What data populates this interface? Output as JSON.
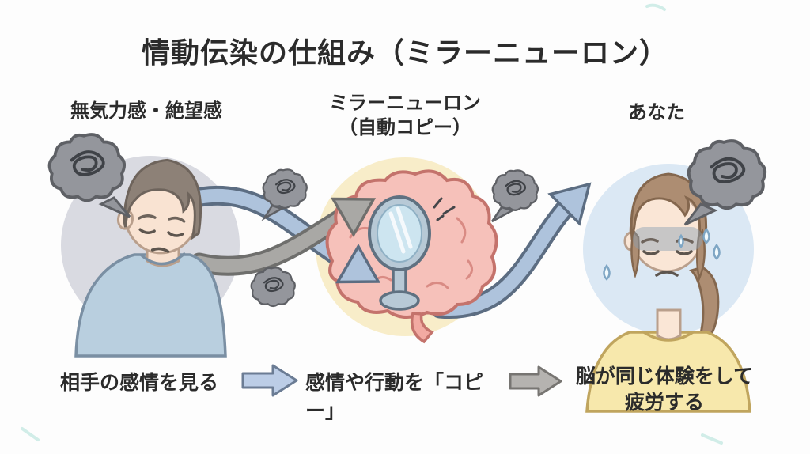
{
  "title": "情動伝染の仕組み（ミラーニューロン）",
  "headers": {
    "left": "無気力感・絶望感",
    "center_line1": "ミラーニューロン",
    "center_line2": "（自動コピー）",
    "right": "あなた"
  },
  "captions": {
    "step1": "相手の感情を見る",
    "step2": "感情や行動を「コピー」",
    "step3_line1": "脳が同じ体験をして",
    "step3_line2": "疲労する"
  },
  "icons": {
    "thought_cloud": "dark-scribble-thought-cloud",
    "brain": "pink-brain",
    "mirror": "hand-mirror",
    "flow_arrow_blue": "blue-curved-arrow",
    "flow_arrow_gray": "gray-curved-arrow",
    "sad_man": "slumped-man-blue-shirt",
    "sad_woman": "crying-woman-yellow-shirt"
  },
  "colors": {
    "title_text": "#2b2b2b",
    "left_circle": "#d9dae1",
    "center_circle": "#f8edc9",
    "right_circle": "#dbe8f4",
    "blue_arrow": "#aec3dc",
    "gray_arrow": "#a9a8a5",
    "brain": "#f6c1ba",
    "mirror_frame": "#b7c9d6",
    "mirror_glass": "#cde5f0",
    "cloud": "#94969c",
    "man_shirt": "#b9cfdf",
    "woman_shirt": "#f7e8ac"
  }
}
